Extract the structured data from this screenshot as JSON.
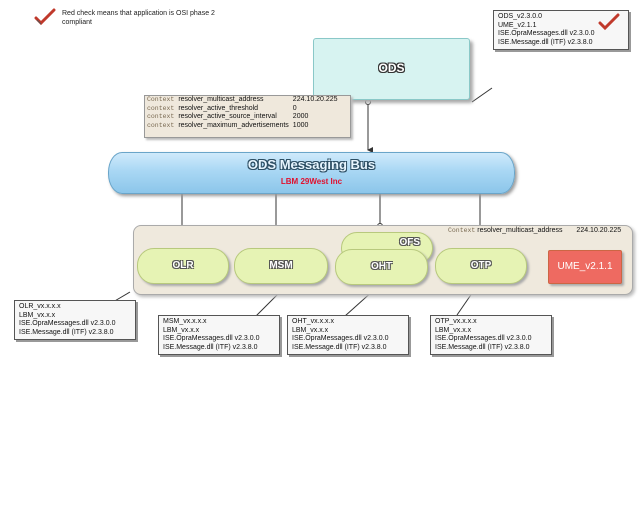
{
  "legend": {
    "text": "Red check means that application is OSI phase 2 compliant"
  },
  "ods_box": {
    "label": "ODS"
  },
  "ods_info": {
    "lines": [
      "ODS_v2.3.0.0",
      "UME_v2.1.1",
      "ISE.OpraMessages.dll v2.3.0.0",
      "ISE.Message.dll (ITF) v2.3.8.0"
    ]
  },
  "top_context": {
    "rows": [
      {
        "kw": "Context",
        "key": "resolver_multicast_address",
        "value": "224.10.20.225"
      },
      {
        "kw": "context",
        "key": "resolver_active_threshold",
        "value": "0"
      },
      {
        "kw": "context",
        "key": "resolver_active_source_interval",
        "value": "2000"
      },
      {
        "kw": "context",
        "key": "resolver_maximum_advertisements",
        "value": "1000"
      }
    ]
  },
  "bus": {
    "title": "ODS Messaging Bus",
    "subtitle": "LBM 29West Inc"
  },
  "container_context": {
    "kw": "Context",
    "key": "resolver_multicast_address",
    "value": "224.10.20.225"
  },
  "nodes": {
    "olr": "OLR",
    "msm": "MSM",
    "oht": "OHT",
    "ofs": "OFS",
    "otp": "OTP",
    "ume": "UME_v2.1.1"
  },
  "info_olr": {
    "lines": [
      "OLR_vx.x.x.x",
      "LBM_vx.x.x",
      "ISE.OpraMessages.dll v2.3.0.0",
      "ISE.Message.dll (ITF) v2.3.8.0"
    ]
  },
  "info_msm": {
    "lines": [
      "MSM_vx.x.x.x",
      "LBM_vx.x.x",
      "ISE.OpraMessages.dll v2.3.0.0",
      "ISE.Message.dll (ITF) v2.3.8.0"
    ]
  },
  "info_oht": {
    "lines": [
      "OHT_vx.x.x.x",
      "LBM_vx.x.x",
      "ISE.OpraMessages.dll v2.3.0.0",
      "ISE.Message.dll (ITF) v2.3.8.0"
    ]
  },
  "info_otp": {
    "lines": [
      "OTP_vx.x.x.x",
      "LBM_vx.x.x",
      "ISE.OpraMessages.dll v2.3.0.0",
      "ISE.Message.dll (ITF) v2.3.8.0"
    ]
  }
}
